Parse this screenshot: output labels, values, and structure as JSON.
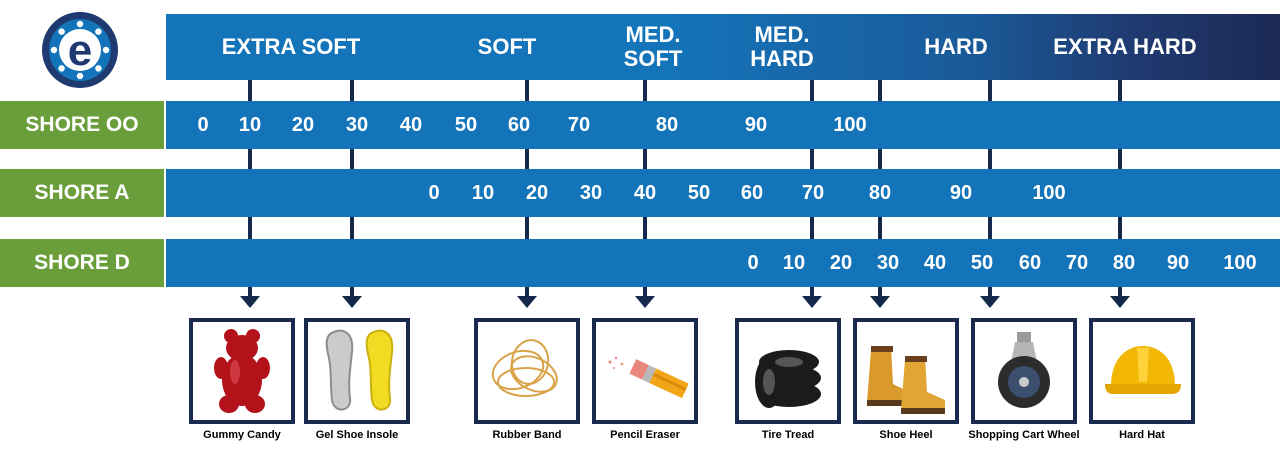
{
  "categories": [
    {
      "label": "EXTRA SOFT"
    },
    {
      "label": "SOFT"
    },
    {
      "label": "MED.\nSOFT"
    },
    {
      "label": "MED.\nHARD"
    },
    {
      "label": "HARD"
    },
    {
      "label": "EXTRA HARD"
    }
  ],
  "scales": [
    {
      "label": "SHORE OO",
      "ticks": [
        "0",
        "10",
        "20",
        "30",
        "40",
        "50",
        "60",
        "70",
        "80",
        "90",
        "100"
      ]
    },
    {
      "label": "SHORE A",
      "ticks": [
        "0",
        "10",
        "20",
        "30",
        "40",
        "50",
        "60",
        "70",
        "80",
        "90",
        "100"
      ]
    },
    {
      "label": "SHORE D",
      "ticks": [
        "0",
        "10",
        "20",
        "30",
        "40",
        "50",
        "60",
        "70",
        "80",
        "90",
        "100"
      ]
    }
  ],
  "examples": [
    {
      "label": "Gummy Candy",
      "icon": "gummy-bear-icon"
    },
    {
      "label": "Gel Shoe Insole",
      "icon": "shoe-insole-icon"
    },
    {
      "label": "Rubber Band",
      "icon": "rubber-band-icon"
    },
    {
      "label": "Pencil Eraser",
      "icon": "pencil-eraser-icon"
    },
    {
      "label": "Tire Tread",
      "icon": "tire-icon"
    },
    {
      "label": "Shoe Heel",
      "icon": "boots-icon"
    },
    {
      "label": "Shopping Cart Wheel",
      "icon": "caster-wheel-icon"
    },
    {
      "label": "Hard Hat",
      "icon": "hard-hat-icon"
    }
  ],
  "colors": {
    "banner": "#1474b9",
    "banner_dark": "#1c2a55",
    "row_label": "#6a9e3a",
    "arrow": "#15294d"
  }
}
